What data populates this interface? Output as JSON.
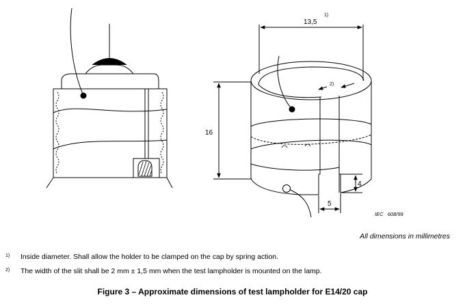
{
  "figure": {
    "dimensions": {
      "inside_diameter": "13,5",
      "inside_diameter_note_ref": "1)",
      "slit_note_ref": "2)",
      "height": "16",
      "slit_depth": "4",
      "slit_offset": "5"
    },
    "iec_ref": "IEC   608/99",
    "units_note": "All dimensions in millimetres",
    "notes": [
      {
        "mark": "1)",
        "text": "Inside diameter. Shall allow the holder to be clamped on the cap by spring action."
      },
      {
        "mark": "2)",
        "text": "The width of the slit shall be 2 mm ± 1,5 mm when the test lampholder is mounted on the lamp."
      }
    ],
    "caption": "Figure 3 – Approximate dimensions of test lampholder for E14/20 cap"
  }
}
